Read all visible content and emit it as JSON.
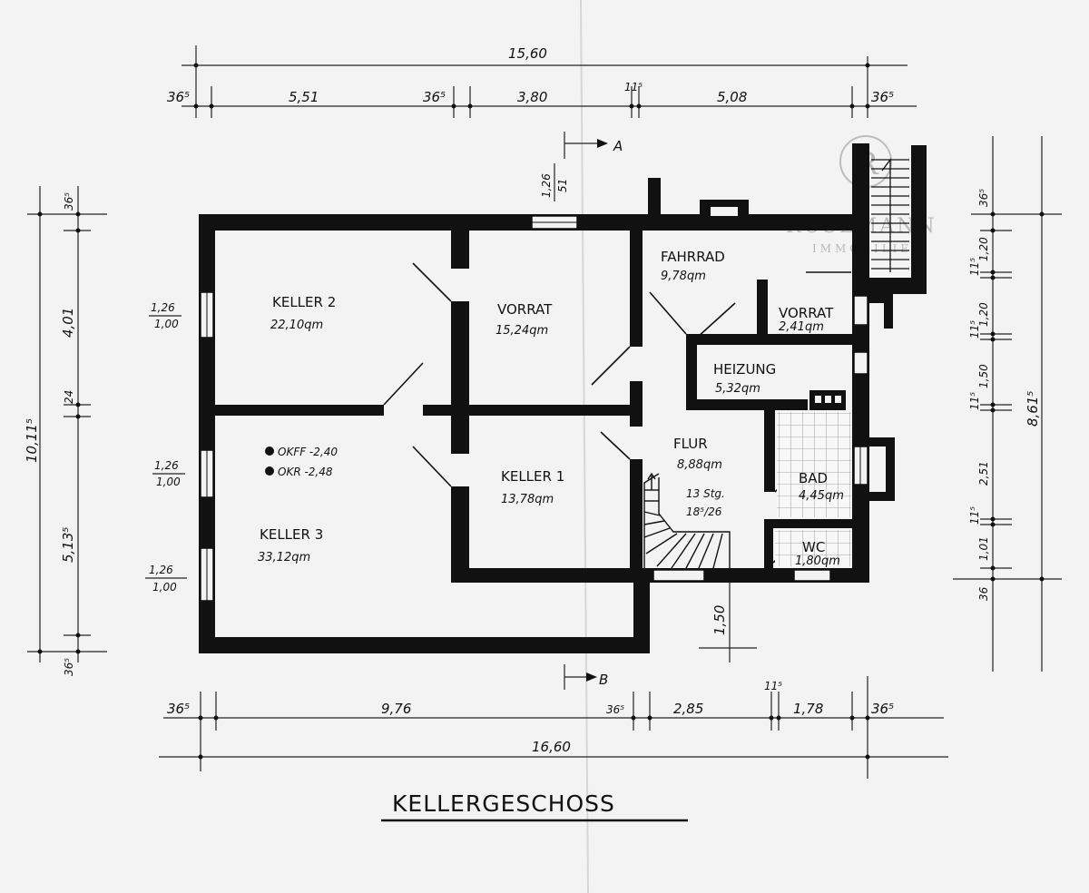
{
  "title": "KELLERGESCHOSS",
  "watermark": {
    "line1": "ROSEMANN",
    "line2": "IMMOBILIEN",
    "emblem": "rosemann-r-emblem-icon"
  },
  "section_markers": {
    "a": "A",
    "b": "B"
  },
  "top_dimensions": {
    "total": "15,60",
    "segments": [
      "36⁵",
      "5,51",
      "36⁵",
      "3,80",
      "11⁵",
      "5,08",
      "36⁵"
    ]
  },
  "bottom_dimensions": {
    "total": "16,60",
    "segments": [
      "36⁵",
      "9,76",
      "36⁵",
      "2,85",
      "11⁵",
      "1,78",
      "36⁵"
    ]
  },
  "left_dimensions": {
    "total": "10,11⁵",
    "segments": [
      "36⁵",
      "4,01",
      "24",
      "5,13⁵",
      "36⁵"
    ]
  },
  "right_dimensions": {
    "total": "8,61⁵",
    "segments": [
      "36⁵",
      "1,20",
      "11⁵",
      "1,20",
      "11⁵",
      "1,50",
      "11⁵",
      "2,51",
      "11⁵",
      "1,01",
      "36"
    ]
  },
  "window_labels": {
    "top": {
      "top": "1,26",
      "bottom": "51"
    },
    "left1": {
      "top": "1,26",
      "bottom": "1,00"
    },
    "left2": {
      "top": "1,26",
      "bottom": "1,00"
    },
    "left3": {
      "top": "1,26",
      "bottom": "1,00"
    }
  },
  "level_notes": [
    "OKFF -2,40",
    "OKR -2,48"
  ],
  "stair": {
    "line1": "13 Stg.",
    "line2": "18⁵/26"
  },
  "door_dim": "1,50",
  "rooms": {
    "keller2": {
      "name": "KELLER 2",
      "area": "22,10qm"
    },
    "vorrat1": {
      "name": "VORRAT",
      "area": "15,24qm"
    },
    "fahrrad": {
      "name": "FAHRRAD",
      "area": "9,78qm"
    },
    "vorrat2": {
      "name": "VORRAT",
      "area": "2,41qm"
    },
    "heizung": {
      "name": "HEIZUNG",
      "area": "5,32qm"
    },
    "flur": {
      "name": "FLUR",
      "area": "8,88qm"
    },
    "keller1": {
      "name": "KELLER 1",
      "area": "13,78qm"
    },
    "keller3": {
      "name": "KELLER 3",
      "area": "33,12qm"
    },
    "bad": {
      "name": "BAD",
      "area": "4,45qm"
    },
    "wc": {
      "name": "WC",
      "area": "1,80qm"
    }
  }
}
